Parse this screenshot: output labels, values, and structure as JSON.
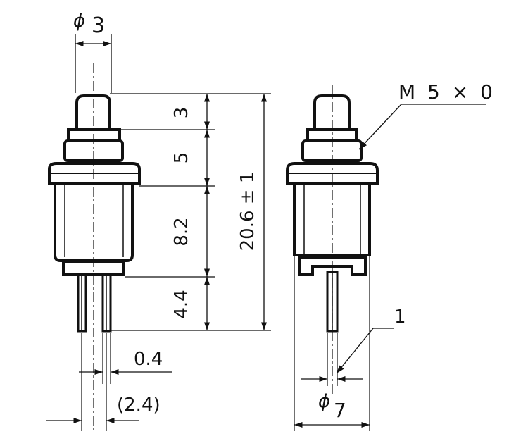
{
  "diagram": {
    "labels": {
      "phi_symbol": "ϕ",
      "stem_diameter": "3",
      "dim_cap": "3",
      "dim_nut": "5",
      "dim_body": "8.2",
      "dim_terminal": "4.4",
      "dim_total": "20.6 ± 1",
      "terminal_thickness": "0.4",
      "terminal_pitch": "(2.4)",
      "thread": "M 5 × 0",
      "terminal_width": "1",
      "body_diameter": "7"
    },
    "colors": {
      "ink": "#111111",
      "paper": "#ffffff"
    }
  }
}
